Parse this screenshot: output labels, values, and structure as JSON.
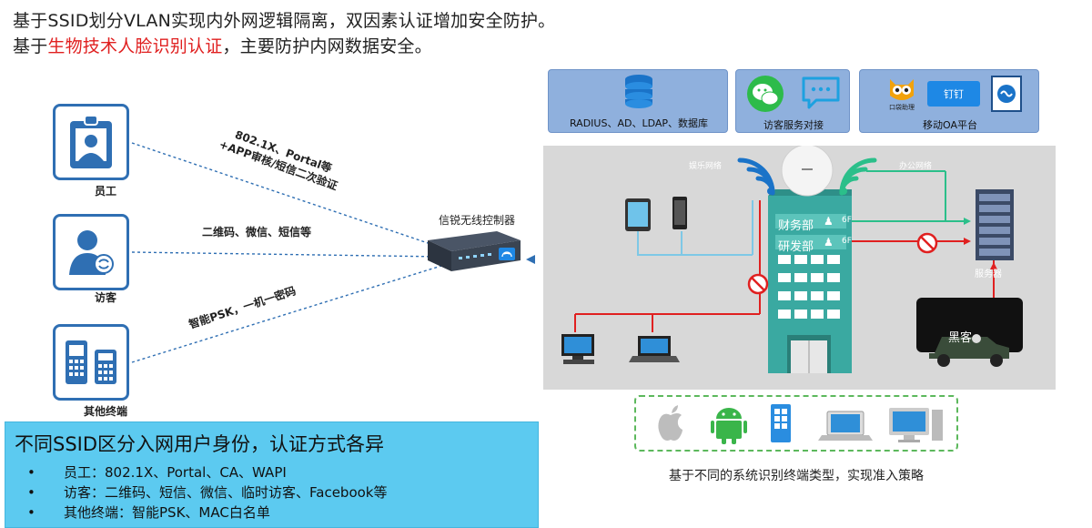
{
  "headline": {
    "line1": "基于SSID划分VLAN实现内外网逻辑隔离，双因素认证增加安全防护。",
    "line2_prefix": "基于",
    "line2_highlight": "生物技术人脸识别认证",
    "line2_suffix": "，主要防护内网数据安全。"
  },
  "endpoints": [
    {
      "label": "员工",
      "icon": "employee-badge-icon"
    },
    {
      "label": "访客",
      "icon": "visitor-icon"
    },
    {
      "label": "其他终端",
      "icon": "phone-terminal-icon"
    }
  ],
  "auth_methods": {
    "employee_line1": "802.1X、Portal等",
    "employee_line2": "+APP审核/短信二次验证",
    "visitor": "二维码、微信、短信等",
    "other": "智能PSK，一机一密码"
  },
  "controller": {
    "label": "信锐无线控制器"
  },
  "top_services": {
    "auth_servers": "RADIUS、AD、LDAP、数据库",
    "visitor_service": "访客服务对接",
    "oa_platform": "移动OA平台",
    "oa_app_names": [
      "口袋助理",
      "钉钉"
    ]
  },
  "campus": {
    "entertainment_net": "娱乐网络",
    "office_net": "办公网络",
    "finance_dept": "财务部",
    "rd_dept": "研发部",
    "floor_6f_a": "6F",
    "floor_6f_b": "6F",
    "server_label": "服务器",
    "hacker_label": "黑客"
  },
  "info_panel": {
    "title": "不同SSID区分入网用户身份，认证方式各异",
    "bullets": [
      "员工：802.1X、Portal、CA、WAPI",
      "访客：二维码、短信、微信、临时访客、Facebook等",
      "其他终端：智能PSK、MAC白名单"
    ]
  },
  "os_identification": {
    "caption": "基于不同的系统识别终端类型，实现准入策略",
    "icons": [
      "apple-icon",
      "android-icon",
      "windows-phone-icon",
      "laptop-icon",
      "desktop-icon"
    ]
  },
  "colors": {
    "accent_blue": "#2f6fb3",
    "panel_cyan": "#5ccaf0",
    "highlight_red": "#e02020",
    "building_teal": "#3aa9a1",
    "wifi_blue": "#1a73c8",
    "wifi_green": "#2bbf8a"
  }
}
